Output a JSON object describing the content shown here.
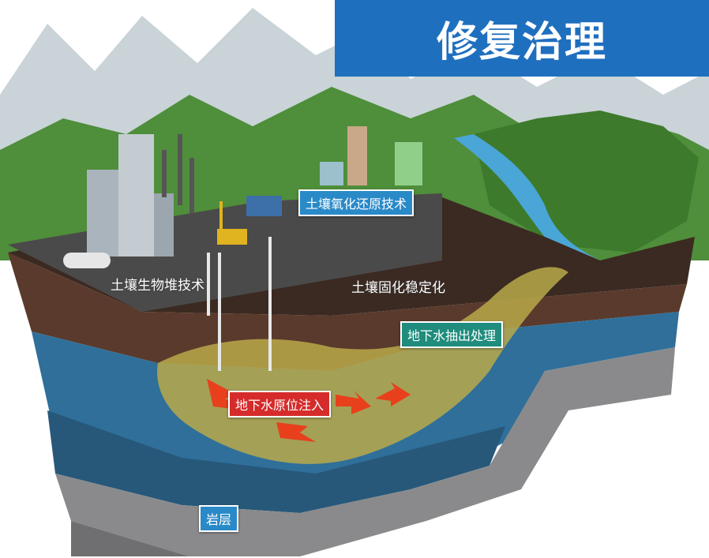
{
  "title": "修复治理",
  "labels": {
    "redox": "土壤氧化还原技术",
    "biopile": "土壤生物堆技术",
    "stabilization": "土壤固化稳定化",
    "pump_treat": "地下水抽出处理",
    "injection": "地下水原位注入",
    "bedrock": "岩层"
  },
  "colors": {
    "title_bg": "#1f6fbf",
    "redox_box": "#2a8ac8",
    "pump_box": "#1f8c7d",
    "injection_box": "#d62b2b",
    "bedrock_box": "#2a8ac8",
    "plume": "#b9a94a",
    "groundwater": "#2f6f9a"
  }
}
